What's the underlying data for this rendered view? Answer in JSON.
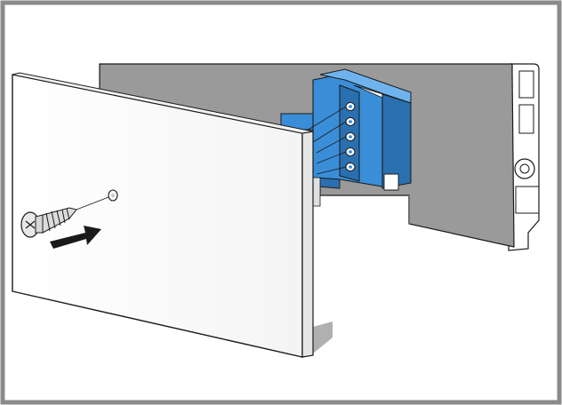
{
  "diagram": {
    "type": "assembly-illustration",
    "components": [
      "appliance-housing",
      "gray-mounting-surface",
      "blue-mounting-bracket",
      "front-panel",
      "screw",
      "direction-arrow"
    ],
    "colors": {
      "frame": "#8a8a8a",
      "outline": "#1a1a1a",
      "gray_surface": "#9a9a9a",
      "gray_dark": "#6f6f6f",
      "bracket_blue": "#3a8ed8",
      "bracket_blue_dark": "#2a6fb0",
      "bracket_blue_light": "#6fb3ee",
      "panel_face": "#ffffff",
      "panel_edge": "#e6e6e6",
      "shadow": "#b0b0b0"
    },
    "icons": [
      "screw-icon",
      "arrow-right-icon"
    ]
  }
}
